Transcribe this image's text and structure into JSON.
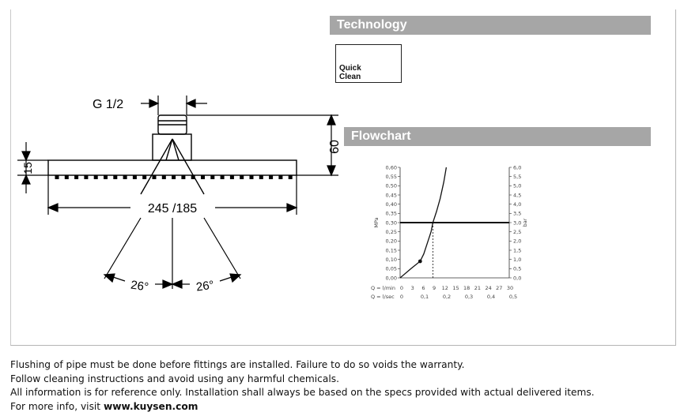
{
  "sections": {
    "technology_title": "Technology",
    "flowchart_title": "Flowchart"
  },
  "badge": {
    "line1": "Quick",
    "line2": "Clean"
  },
  "dimensions": {
    "inlet": "G 1/2",
    "height": "60",
    "plate_thickness": "15",
    "diameter": "245 /185",
    "angle_left": "26°",
    "angle_right": "26°"
  },
  "chart_data": {
    "type": "line",
    "title": "",
    "ylabel": "MPa",
    "ylabel_right": "bar",
    "y_ticks": [
      "0,00",
      "0,05",
      "0,10",
      "0,15",
      "0,20",
      "0,25",
      "0,30",
      "0,35",
      "0,40",
      "0,45",
      "0,50",
      "0,55",
      "0,60"
    ],
    "y_right_ticks": [
      "0,0",
      "0,5",
      "1,0",
      "1,5",
      "2,0",
      "2,5",
      "3,0",
      "3,5",
      "4,0",
      "4,5",
      "5,0",
      "5,5",
      "6,0"
    ],
    "x_label_lmin": "Q = l/min",
    "x_ticks_lmin": [
      "0",
      "3",
      "6",
      "9",
      "12",
      "15",
      "18",
      "21",
      "24",
      "27",
      "30"
    ],
    "x_label_lsec": "Q = l/sec",
    "x_ticks_lsec": [
      "0",
      "0,1",
      "0,2",
      "0,3",
      "0,4",
      "0,5"
    ],
    "xlim": [
      0,
      30
    ],
    "ylim": [
      0,
      0.6
    ],
    "reference_pressure": 0.3,
    "reference_flow": 9,
    "series": [
      {
        "x": [
          0,
          3,
          5.5,
          6.5,
          7.5,
          8.5,
          9,
          10,
          11,
          12,
          12.7
        ],
        "y": [
          0,
          0.05,
          0.09,
          0.13,
          0.19,
          0.25,
          0.3,
          0.36,
          0.43,
          0.52,
          0.6
        ]
      }
    ],
    "marker": {
      "x": 5.5,
      "y": 0.09
    }
  },
  "notes": {
    "line1": "Flushing of pipe must be done before fittings are installed. Failure to do so voids the warranty.",
    "line2": "Follow cleaning instructions and avoid using any harmful chemicals.",
    "line3": "All information is for reference only. Installation shall always be based on the specs provided with actual delivered items.",
    "line4_prefix": "For more info, visit ",
    "line4_link": "www.kuysen.com"
  }
}
